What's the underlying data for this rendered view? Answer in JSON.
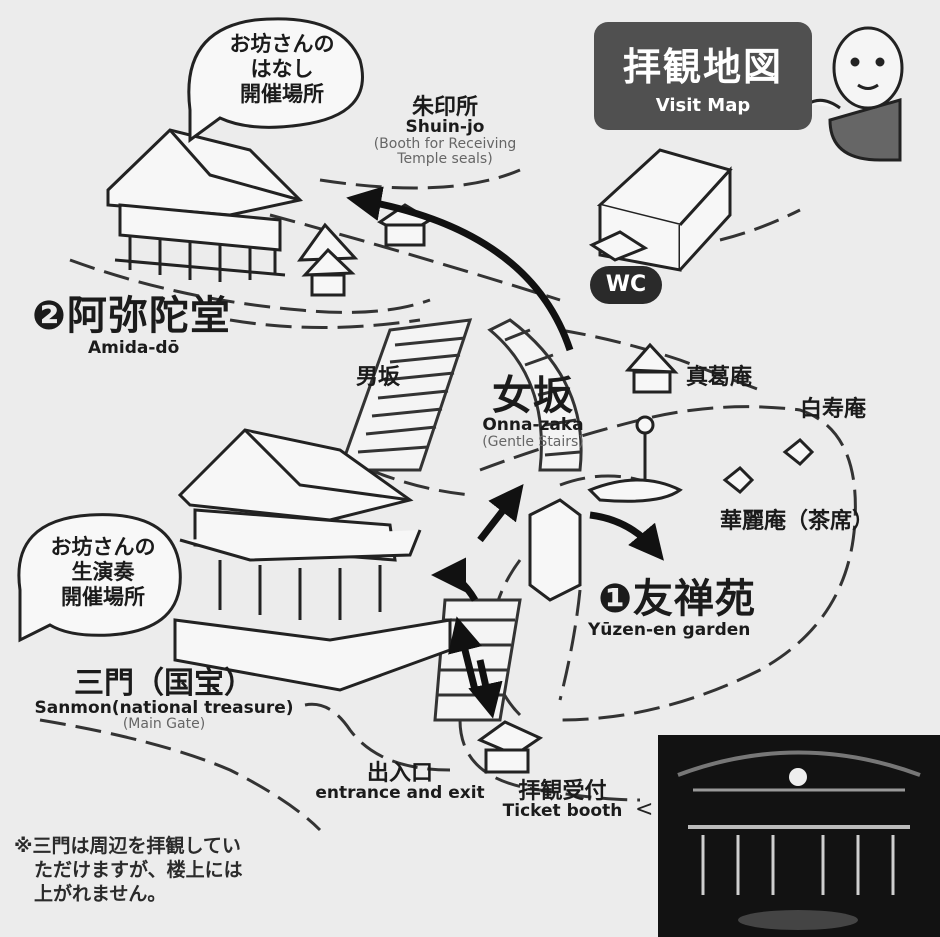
{
  "title": {
    "jp": "拝観地図",
    "en": "Visit Map"
  },
  "bubbles": {
    "top": [
      "お坊さんの",
      "はなし",
      "開催場所"
    ],
    "left": [
      "お坊さんの",
      "生演奏",
      "開催場所"
    ]
  },
  "places": {
    "shuinjo": {
      "jp": "朱印所",
      "en": "Shuin-jo",
      "note": "(Booth for Receiving Temple seals)"
    },
    "amida": {
      "num": "❷",
      "jp": "阿弥陀堂",
      "en": "Amida-dō"
    },
    "otokozaka": {
      "jp": "男坂"
    },
    "onnazaka": {
      "jp": "女坂",
      "en": "Onna-zaka",
      "note": "(Gentle Stairs)"
    },
    "shinkatsuan": {
      "jp": "真葛庵"
    },
    "hakujuan": {
      "jp": "白寿庵"
    },
    "karean": {
      "jp": "華麗庵（茶席）"
    },
    "yuzenen": {
      "num": "❶",
      "jp": "友禅苑",
      "en": "Yūzen-en garden"
    },
    "sanmon": {
      "jp": "三門（国宝）",
      "en": "Sanmon(national treasure)",
      "note": "(Main Gate)"
    },
    "entrance": {
      "jp": "出入口",
      "en": "entrance and exit"
    },
    "ticket": {
      "jp": "拝観受付",
      "en": "Ticket booth"
    },
    "wc": "WC"
  },
  "footnote": [
    "※三門は周辺を拝観してい",
    "ただけますが、楼上には",
    "上がれません。"
  ]
}
